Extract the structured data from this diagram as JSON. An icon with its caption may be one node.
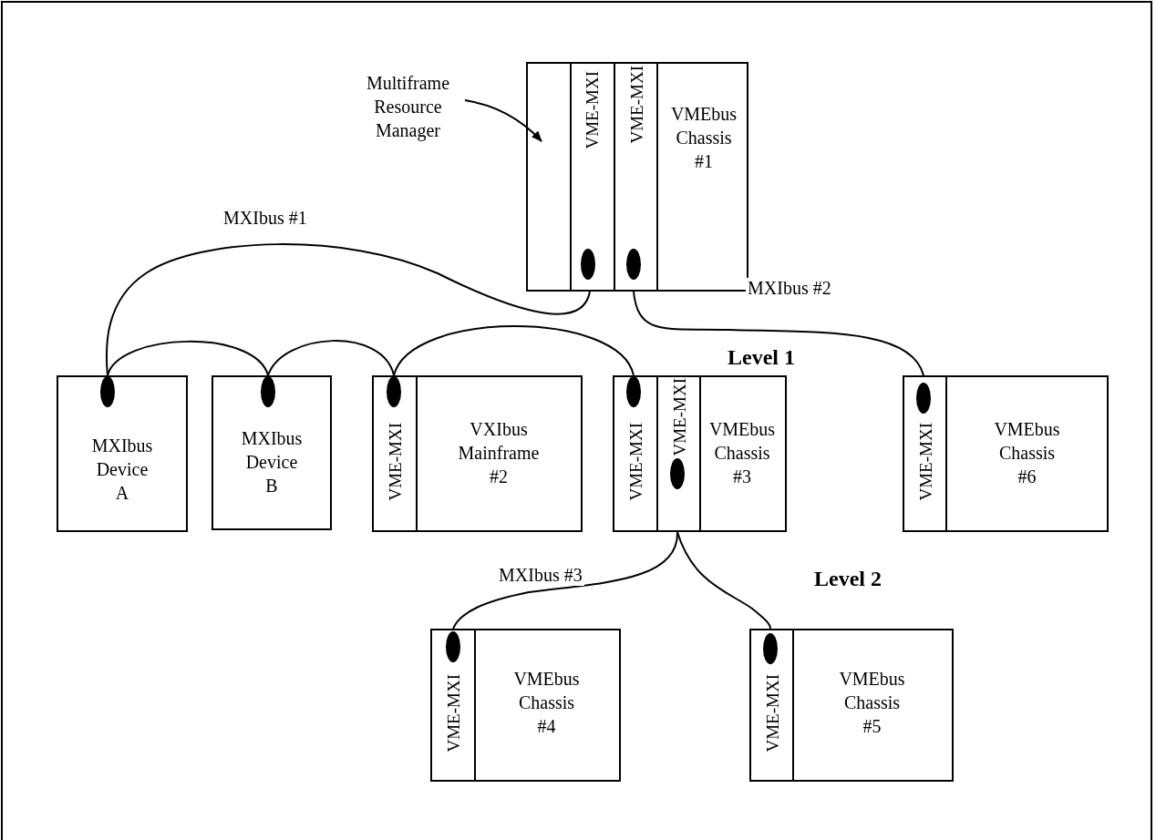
{
  "diagram": {
    "nodes": [
      {
        "text": [
          "Multiframe Resource Manager"
        ]
      },
      {
        "text": [
          "VMEbus Chassis #1"
        ]
      },
      {
        "text": [],
        "shape": "box",
        "in": 1
      },
      {
        "text": [
          "VME-MXI"
        ],
        "in": 1
      },
      {
        "text": [
          "VME-MXI"
        ],
        "in": 1
      },
      {
        "text": [
          "MXIbus Device A"
        ]
      },
      {
        "text": [
          "MXIbus Device B"
        ]
      },
      {
        "text": [
          "VXIbus Mainframe #2"
        ]
      },
      {
        "text": [
          "VME-MXI"
        ],
        "in": 7
      },
      {
        "text": [
          "VMEbus Chassis #3"
        ]
      },
      {
        "text": [
          "VME-MXI"
        ],
        "in": 9
      },
      {
        "text": [
          "VME-MXI"
        ],
        "in": 9
      },
      {
        "text": [
          "VMEbus Chassis #6"
        ]
      },
      {
        "text": [
          "VME-MXI"
        ],
        "in": 12
      },
      {
        "text": [
          "VMEbus Chassis #4"
        ]
      },
      {
        "text": [
          "VME-MXI"
        ],
        "in": 14
      },
      {
        "text": [
          "VMEbus Chassis #5"
        ]
      },
      {
        "text": [
          "VME-MXI"
        ],
        "in": 16
      }
    ],
    "edges": [
      {
        "from": 0,
        "to": 2,
        "arrow": "to"
      },
      {
        "from": 3,
        "to": 5,
        "arrow": "none",
        "label": "MXIbus #1"
      },
      {
        "from": 5,
        "to": 6,
        "arrow": "none"
      },
      {
        "from": 6,
        "to": 8,
        "arrow": "none"
      },
      {
        "from": 8,
        "to": 10,
        "arrow": "none"
      },
      {
        "from": 4,
        "to": 13,
        "arrow": "none",
        "label": "MXIbus #2"
      },
      {
        "from": 11,
        "to": 15,
        "arrow": "none",
        "label": "MXIbus #3"
      },
      {
        "from": 11,
        "to": 17,
        "arrow": "none"
      }
    ],
    "labels": [
      "Level 1",
      "Level 2"
    ]
  }
}
